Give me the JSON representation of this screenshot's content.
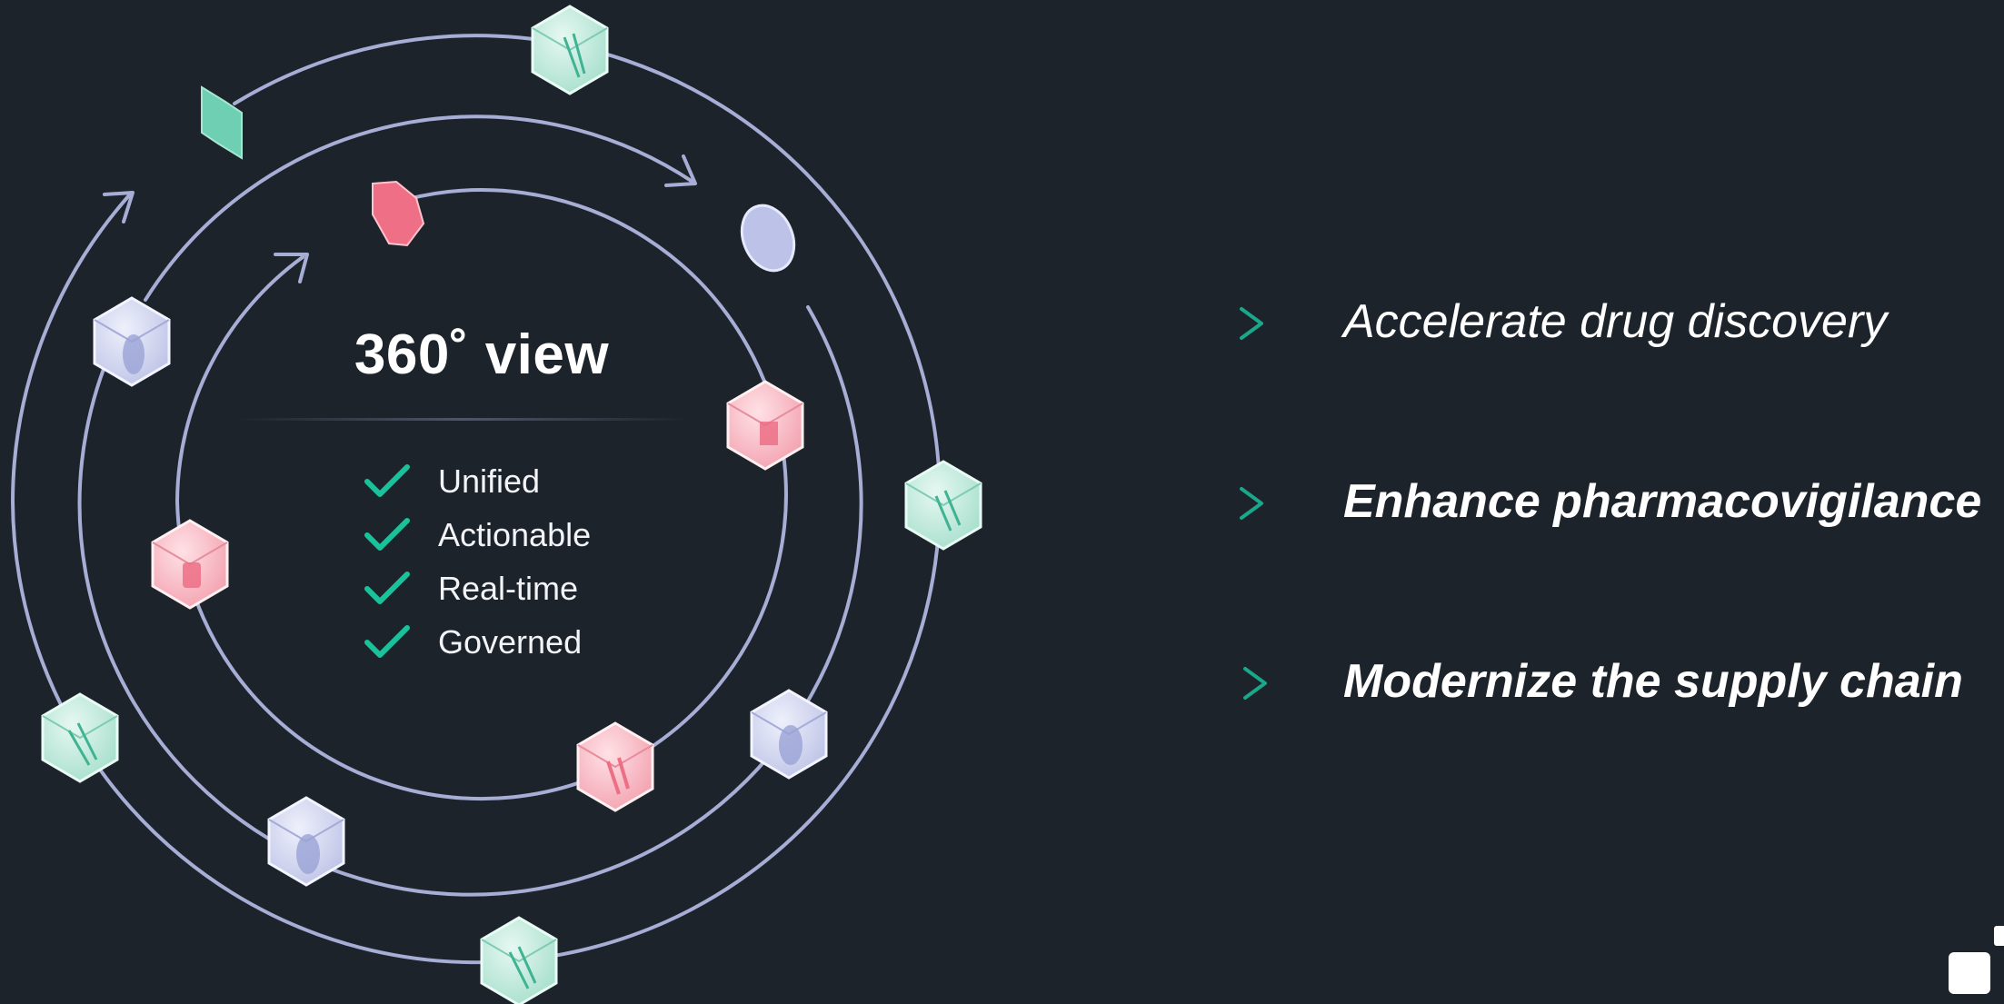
{
  "title": "360˚ view",
  "checklist": [
    {
      "label": "Unified",
      "icon": "check-icon"
    },
    {
      "label": "Actionable",
      "icon": "check-icon"
    },
    {
      "label": "Real-time",
      "icon": "check-icon"
    },
    {
      "label": "Governed",
      "icon": "check-icon"
    }
  ],
  "goals": [
    {
      "label": "Accelerate drug discovery",
      "emphasis": false
    },
    {
      "label": "Enhance pharmacovigilance",
      "emphasis": true
    },
    {
      "label": "Modernize the supply chain",
      "emphasis": true
    }
  ],
  "colors": {
    "background": "#1d232b",
    "ring": "#a7aed6",
    "accent_teal": "#17a68a",
    "check": "#19c29a",
    "cube_green": "#b9eadc",
    "cube_pink": "#f6b6c0",
    "cube_lavender": "#d3d7f1"
  },
  "icons": [
    "molecule-cube-icon",
    "pill-icon",
    "capsule-icon",
    "arrow-right-icon",
    "logo-icon"
  ]
}
